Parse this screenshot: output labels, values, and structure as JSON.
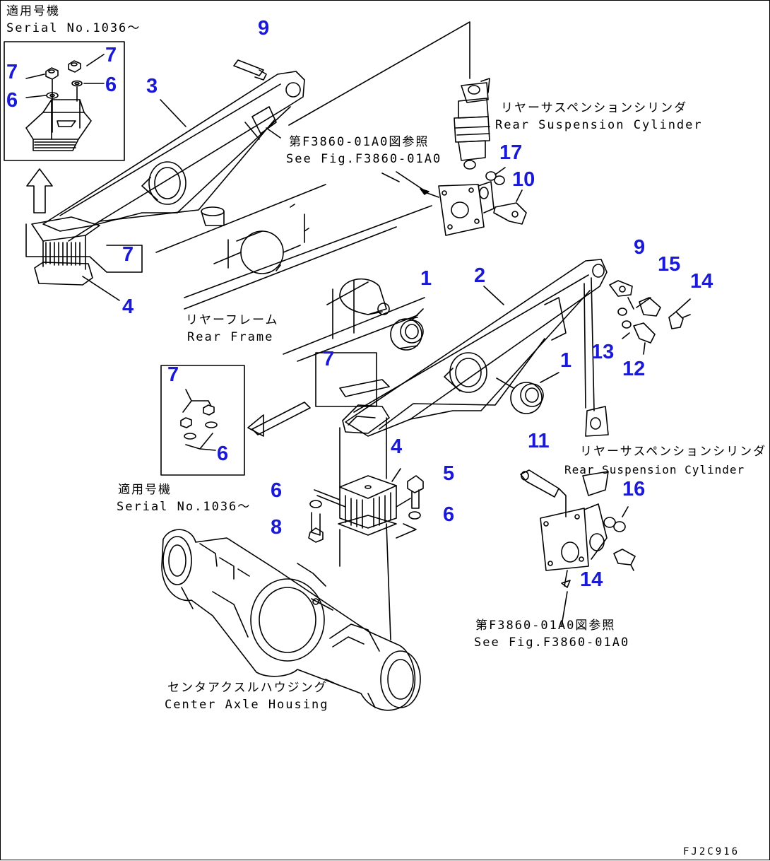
{
  "colors": {
    "callout": "#1a1ad6",
    "line": "#000000",
    "background": "#ffffff"
  },
  "notes": {
    "serial_top_jp": "適用号機",
    "serial_top_en": "Serial No.1036～",
    "serial_mid_jp": "適用号機",
    "serial_mid_en": "Serial No.1036～",
    "cyl_top_jp": "リヤーサスペンションシリンダ",
    "cyl_top_en": "Rear Suspension Cylinder",
    "fig_top_jp": "第F3860-01A0図参照",
    "fig_top_en": "See Fig.F3860-01A0",
    "frame_jp": "リヤーフレーム",
    "frame_en": "Rear Frame",
    "cyl_right_jp": "リヤーサスペンションシリンダ",
    "cyl_right_en": "Rear Suspension Cylinder",
    "fig_bottom_jp": "第F3860-01A0図参照",
    "fig_bottom_en": "See Fig.F3860-01A0",
    "axle_jp": "センタアクスルハウジング",
    "axle_en": "Center Axle Housing",
    "drawing_code": "FJ2C916"
  },
  "callouts": [
    {
      "id": "c-7a",
      "label": "7"
    },
    {
      "id": "c-7b",
      "label": "7"
    },
    {
      "id": "c-6a",
      "label": "6"
    },
    {
      "id": "c-6b",
      "label": "6"
    },
    {
      "id": "c-9a",
      "label": "9"
    },
    {
      "id": "c-3",
      "label": "3"
    },
    {
      "id": "c-17",
      "label": "17"
    },
    {
      "id": "c-10",
      "label": "10"
    },
    {
      "id": "c-7c",
      "label": "7"
    },
    {
      "id": "c-4a",
      "label": "4"
    },
    {
      "id": "c-1a",
      "label": "1"
    },
    {
      "id": "c-2",
      "label": "2"
    },
    {
      "id": "c-9b",
      "label": "9"
    },
    {
      "id": "c-15",
      "label": "15"
    },
    {
      "id": "c-14a",
      "label": "14"
    },
    {
      "id": "c-13",
      "label": "13"
    },
    {
      "id": "c-12",
      "label": "12"
    },
    {
      "id": "c-7d",
      "label": "7"
    },
    {
      "id": "c-1b",
      "label": "1"
    },
    {
      "id": "c-7e",
      "label": "7"
    },
    {
      "id": "c-6c",
      "label": "6"
    },
    {
      "id": "c-11",
      "label": "11"
    },
    {
      "id": "c-4b",
      "label": "4"
    },
    {
      "id": "c-5",
      "label": "5"
    },
    {
      "id": "c-6d",
      "label": "6"
    },
    {
      "id": "c-6e",
      "label": "6"
    },
    {
      "id": "c-8",
      "label": "8"
    },
    {
      "id": "c-16",
      "label": "16"
    },
    {
      "id": "c-14b",
      "label": "14"
    }
  ]
}
